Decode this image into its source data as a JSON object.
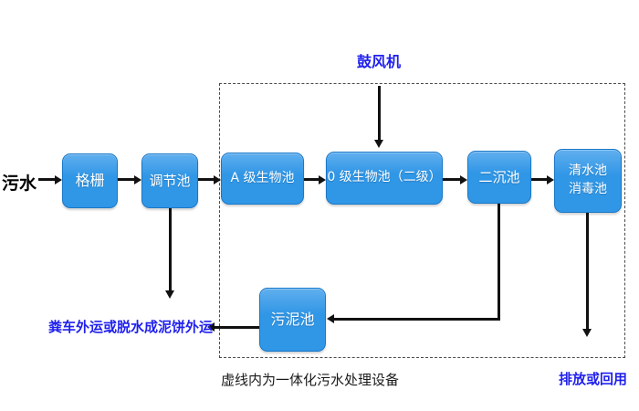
{
  "flow": {
    "inflow_label": "污水",
    "blower_label": "鼓风机",
    "nodes": {
      "grid": "格栅",
      "regulating_tank": "调节池",
      "a_bio_tank": "A 级生物池",
      "o_bio_tank": "0 级生物池（二级）",
      "secondary_sedimentation_tank": "二沉池",
      "clear_water_tank_line1": "清水池",
      "clear_water_tank_line2": "消毒池",
      "sludge_tank": "污泥池"
    },
    "sludge_disposal_label": "粪车外运或脱水成泥饼外运",
    "discharge_label": "排放或回用",
    "dashed_box_caption": "虚线内为一体化污水处理设备",
    "colors": {
      "node_fill": "#3096E6",
      "node_border": "#1A78C8",
      "accent_blue_text": "#2020EE",
      "arrow_black": "#111111"
    }
  }
}
